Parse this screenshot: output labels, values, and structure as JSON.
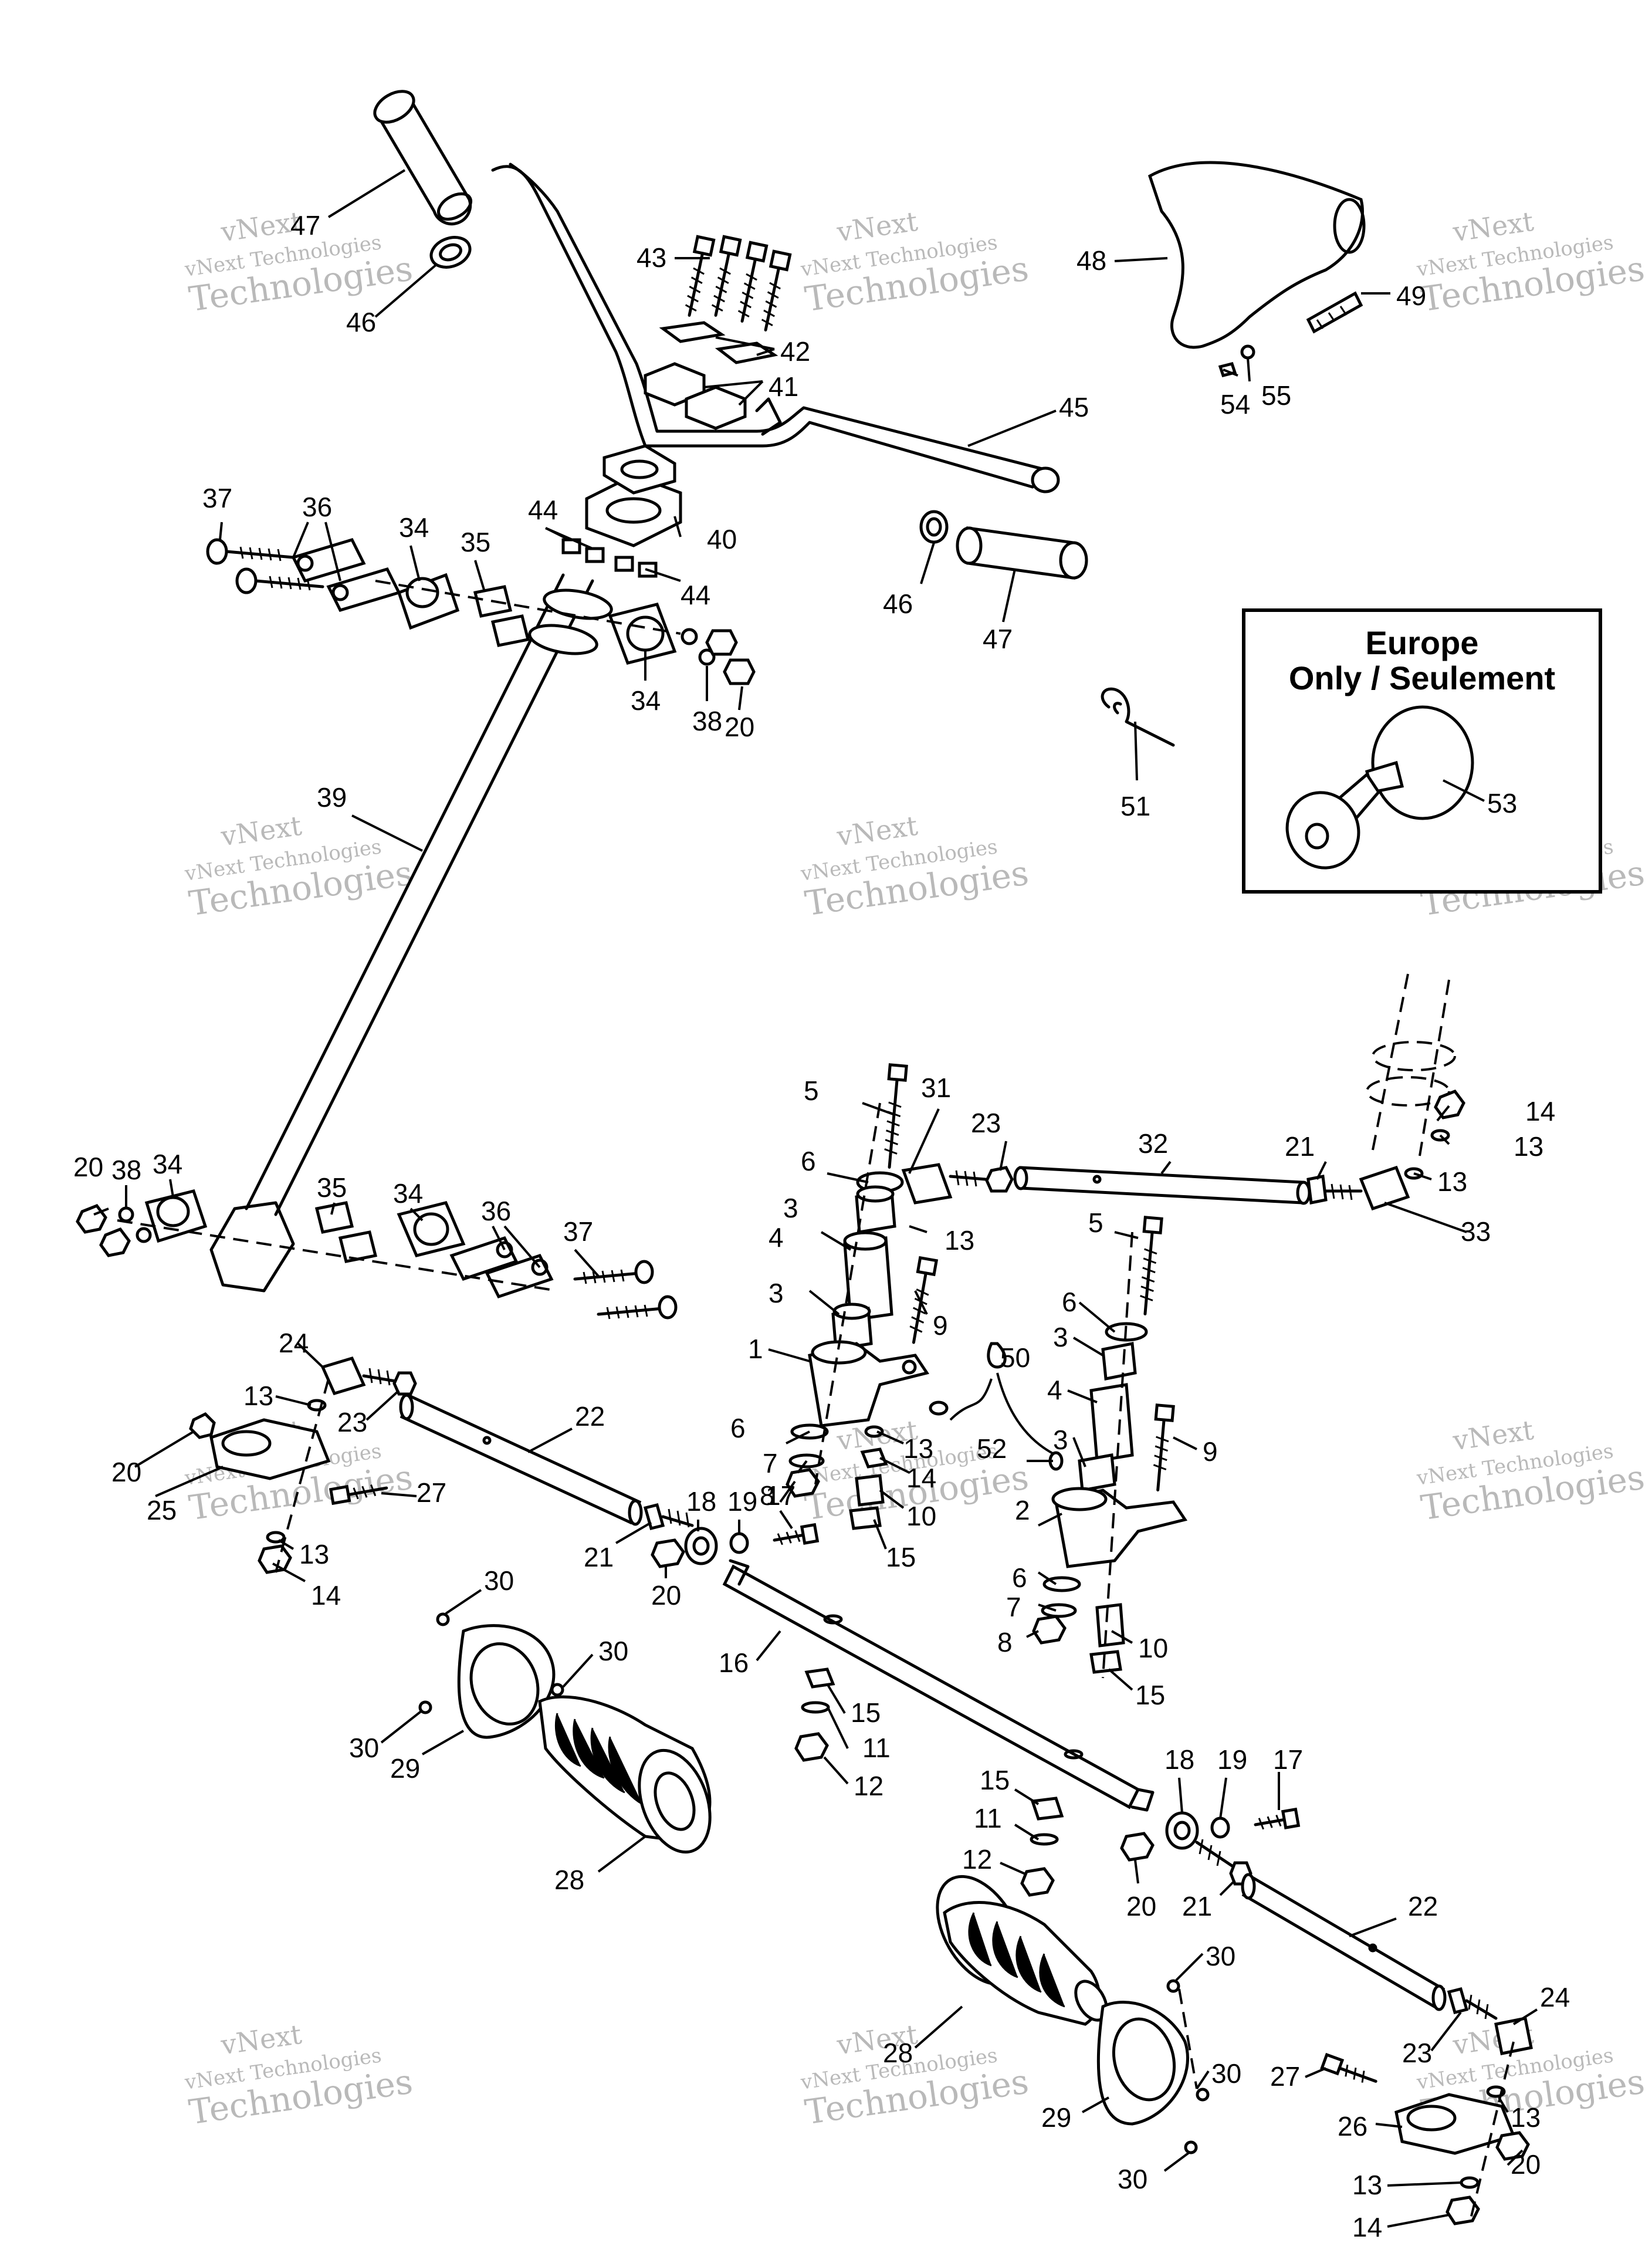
{
  "inset": {
    "title_line1": "Europe",
    "title_line2": "Only / Seulement"
  },
  "watermark": {
    "line1": "vNext",
    "line2": "vNext Technologies",
    "line3": "Technologies"
  },
  "callouts": [
    "47",
    "46",
    "43",
    "42",
    "41",
    "45",
    "48",
    "49",
    "54",
    "55",
    "37",
    "36",
    "34",
    "35",
    "44",
    "40",
    "44",
    "46",
    "47",
    "34",
    "38",
    "20",
    "39",
    "51",
    "53",
    "5",
    "31",
    "23",
    "32",
    "21",
    "14",
    "13",
    "13",
    "33",
    "20",
    "38",
    "34",
    "35",
    "34",
    "36",
    "37",
    "6",
    "3",
    "4",
    "13",
    "3",
    "9",
    "1",
    "50",
    "5",
    "6",
    "3",
    "4",
    "3",
    "9",
    "24",
    "13",
    "23",
    "22",
    "20",
    "25",
    "27",
    "13",
    "14",
    "21",
    "6",
    "7",
    "8",
    "13",
    "52",
    "14",
    "10",
    "15",
    "18",
    "19",
    "17",
    "20",
    "2",
    "6",
    "7",
    "8",
    "10",
    "15",
    "16",
    "30",
    "30",
    "30",
    "29",
    "28",
    "15",
    "11",
    "12",
    "15",
    "11",
    "12",
    "18",
    "19",
    "17",
    "20",
    "21",
    "22",
    "30",
    "28",
    "30",
    "29",
    "30",
    "24",
    "23",
    "27",
    "13",
    "26",
    "20",
    "13",
    "14"
  ]
}
